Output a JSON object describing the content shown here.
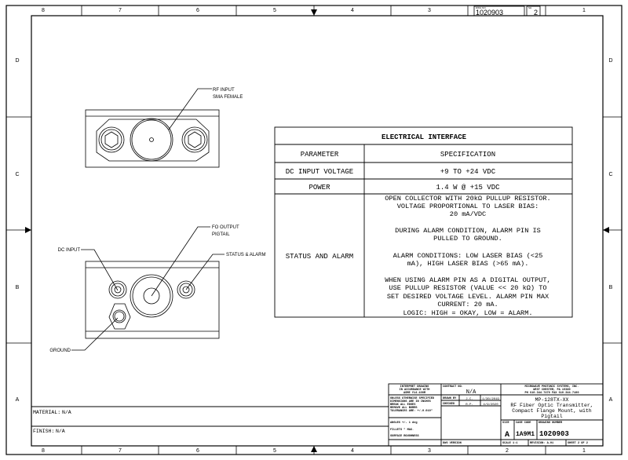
{
  "zone_columns": [
    "8",
    "7",
    "6",
    "5",
    "4",
    "3",
    "2",
    "1"
  ],
  "zone_rows": [
    "D",
    "C",
    "B",
    "A"
  ],
  "top_right": {
    "dwg_no_label": "DWG NO.",
    "dwg_no": "1020903",
    "rev_label": "SH",
    "rev": "2"
  },
  "callouts": {
    "rf_input": [
      "RF INPUT",
      "SMA FEMALE"
    ],
    "fo_output": [
      "FO OUTPUT",
      "PIGTAIL"
    ],
    "dc_input": "DC INPUT",
    "status_alarm": "STATUS & ALARM",
    "ground": "GROUND"
  },
  "table": {
    "title": "ELECTRICAL INTERFACE",
    "headers": [
      "PARAMETER",
      "SPECIFICATION"
    ],
    "rows": [
      {
        "param": "DC INPUT VOLTAGE",
        "spec": [
          "+9 TO +24 VDC"
        ]
      },
      {
        "param": "POWER",
        "spec": [
          "1.4 W @ +15 VDC"
        ]
      },
      {
        "param": "STATUS AND ALARM",
        "spec": [
          "OPEN COLLECTOR WITH 20kΩ PULLUP RESISTOR.",
          "VOLTAGE PROPORTIONAL TO LASER BIAS:",
          "20 mA/VDC",
          "",
          "DURING ALARM CONDITION, ALARM PIN IS",
          "PULLED TO GROUND.",
          "",
          "ALARM CONDITIONS: LOW LASER BIAS (<25",
          "mA), HIGH LASER BIAS (>65 mA).",
          "",
          "WHEN USING ALARM PIN AS A DIGITAL OUTPUT,",
          "USE PULLUP RESISTOR (VALUE << 20 kΩ) TO",
          "SET DESIRED VOLTAGE LEVEL.  ALARM PIN MAX",
          "CURRENT: 20 mA.",
          "LOGIC: HIGH = OKAY, LOW = ALARM."
        ]
      }
    ]
  },
  "material": {
    "label": "MATERIAL:",
    "value": "N/A"
  },
  "finish": {
    "label": "FINISH:",
    "value": "N/A"
  },
  "title_block": {
    "interpret": [
      "INTERPRET DRAWING",
      "IN ACCORDANCE WITH",
      "ASME Y14.100M"
    ],
    "tolerances": [
      "UNLESS OTHERWISE SPECIFIED",
      "DIMENSIONS ARE IN INCHES",
      "BREAK ALL EDGES",
      "REMOVE ALL BURRS",
      "TOLERANCES ARE: +/-0.010\""
    ],
    "angles": "ANGLES +/- 1 deg",
    "fillets": "FILLETS \" MAX.",
    "surface": "SURFACE ROUGHNESS",
    "contract_label": "CONTRACT NO.",
    "contract_value": "N/A",
    "drawn_label": "DRAWN BY",
    "drawn_by": "J.C.",
    "drawn_date": "1/30/2019",
    "checked_label": "CHECKED",
    "checked_by": "R.P.",
    "checked_date": "4/9/2020",
    "dwg_version": "DWG VERSION",
    "company": [
      "MICROWAVE PHOTONIC SYSTEMS, INC.",
      "WEST CHESTER, PA 19380",
      "PH 610.344.7470 FAX 610.344.7100"
    ],
    "part_no": "MP-128TX-XX",
    "title": [
      "RF Fiber Optic Transmitter,",
      "Compact Flange Mount, with",
      "Pigtail"
    ],
    "size_label": "SIZE",
    "size": "A",
    "cage_label": "CAGE CODE",
    "cage": "1A9M1",
    "dwg_label": "DRAWING NUMBER",
    "dwg_number": "1020903",
    "scale": "SCALE  1:1",
    "revision": "REVISION: A-01",
    "sheet": "SHEET 2 OF 2"
  }
}
